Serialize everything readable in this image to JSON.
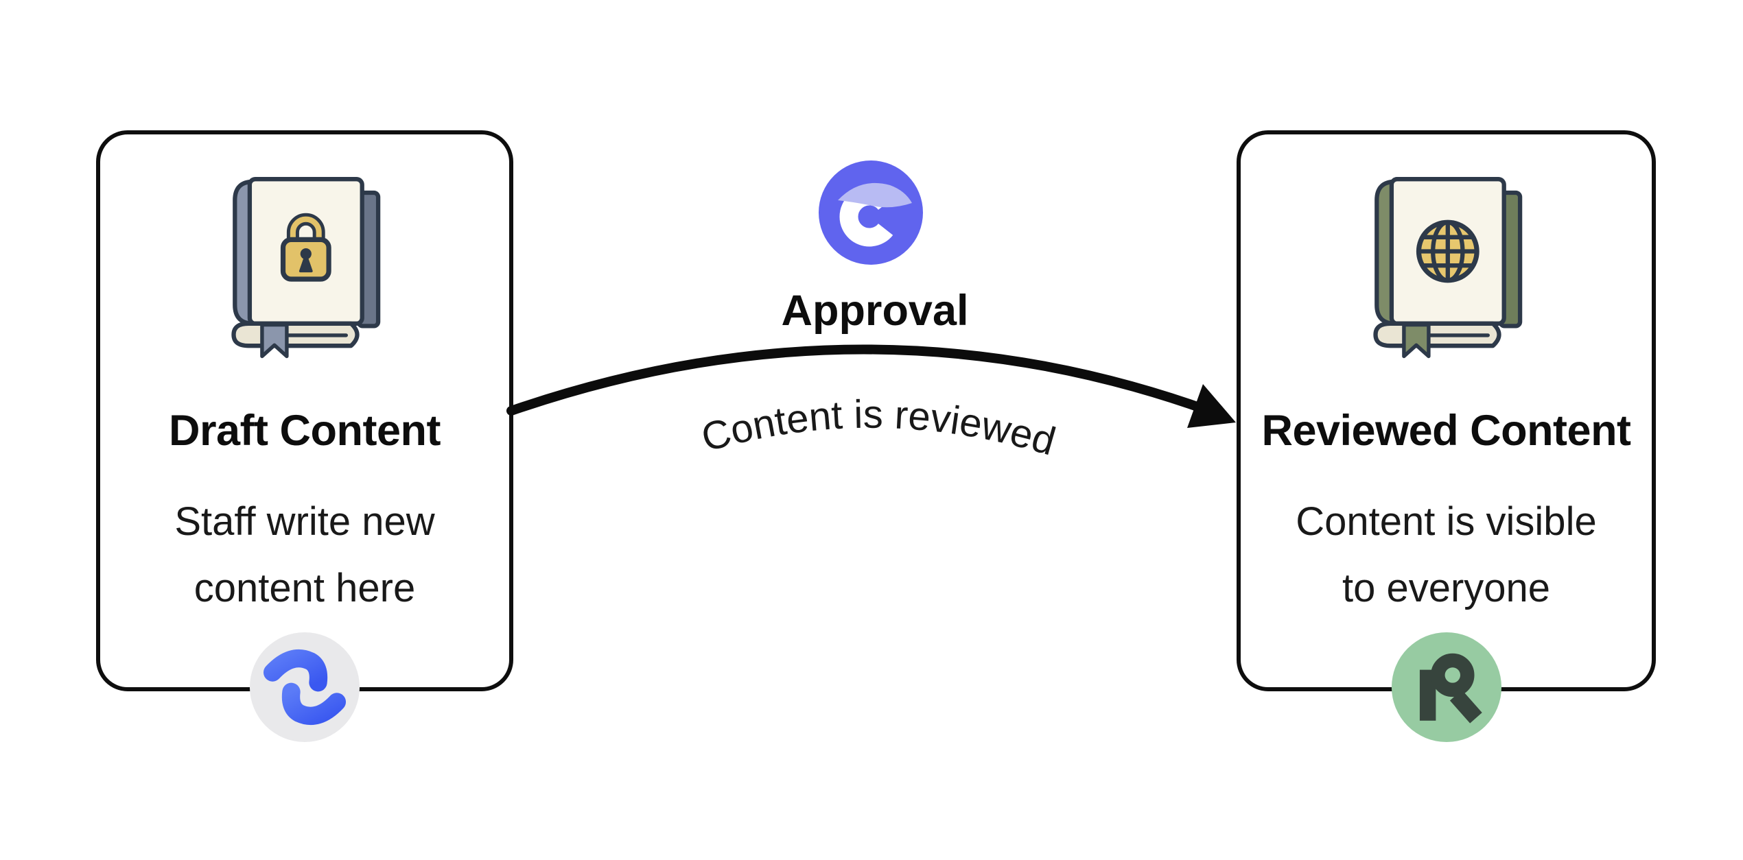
{
  "diagram": {
    "cards": [
      {
        "title": "Draft Content",
        "subtitle": [
          "Staff write new",
          "content here"
        ],
        "icon": "book-with-lock",
        "badge": "confluence-logo"
      },
      {
        "title": "Reviewed Content",
        "subtitle": [
          "Content is visible",
          "to everyone"
        ],
        "icon": "book-with-globe",
        "badge": "r-mark-logo"
      }
    ],
    "flow": {
      "step_label": "Approval",
      "arrow_label": "Content is reviewed",
      "app_icon": "comala-c-logo"
    },
    "colors": {
      "background": "#ffffff",
      "card_border": "#0e0e0e",
      "title_text": "#0d0d0d",
      "body_text": "#191919",
      "arrow": "#0c0c0c",
      "comala_purple": "#6064ee",
      "comala_crescent": "#b8bbf3",
      "confluence_blue_light": "#5b7bf7",
      "confluence_blue_dark": "#3a58f0",
      "confluence_badge_bg": "#e9e9eb",
      "reviewed_badge_green": "#97cba2",
      "reviewed_badge_glyph": "#37443d",
      "book_outline_navy": "#2d3949",
      "book_cover_cream": "#f8f5ea",
      "book_pages": "#eae5d4",
      "draft_spine_blue_gray": "#8b96ac",
      "draft_back_slab": "#6a7589",
      "reviewed_spine_green": "#7e8c68",
      "reviewed_back_slab": "#6f7e5b",
      "emblem_gold": "#e2c269"
    }
  }
}
